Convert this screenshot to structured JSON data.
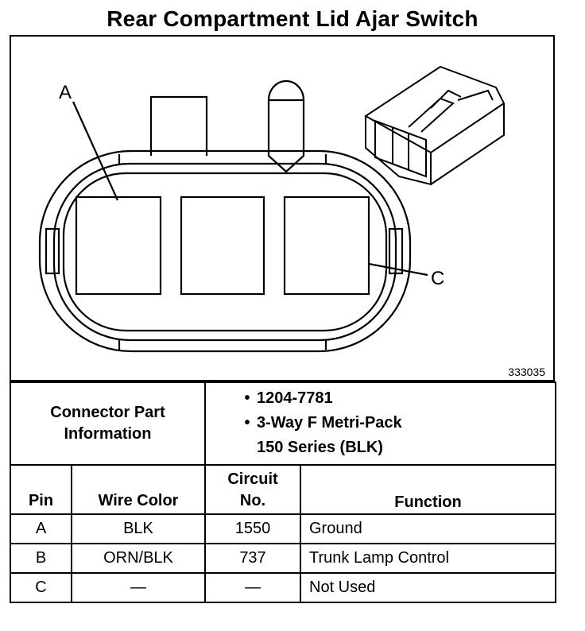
{
  "title": "Rear Compartment Lid Ajar Switch",
  "diagram": {
    "figure_id": "333035",
    "callouts": [
      "A",
      "C"
    ]
  },
  "connector_info": {
    "label": "Connector Part\nInformation",
    "bullets": [
      "1204-7781",
      "3-Way F Metri-Pack\n150 Series (BLK)"
    ],
    "bullet_symbol": "•"
  },
  "table": {
    "headers": {
      "pin": "Pin",
      "wire_color": "Wire Color",
      "circuit": "Circuit\nNo.",
      "function": "Function"
    },
    "rows": [
      {
        "pin": "A",
        "wire_color": "BLK",
        "circuit": "1550",
        "function": "Ground"
      },
      {
        "pin": "B",
        "wire_color": "ORN/BLK",
        "circuit": "737",
        "function": "Trunk Lamp Control"
      },
      {
        "pin": "C",
        "wire_color": "—",
        "circuit": "—",
        "function": "Not Used"
      }
    ]
  }
}
